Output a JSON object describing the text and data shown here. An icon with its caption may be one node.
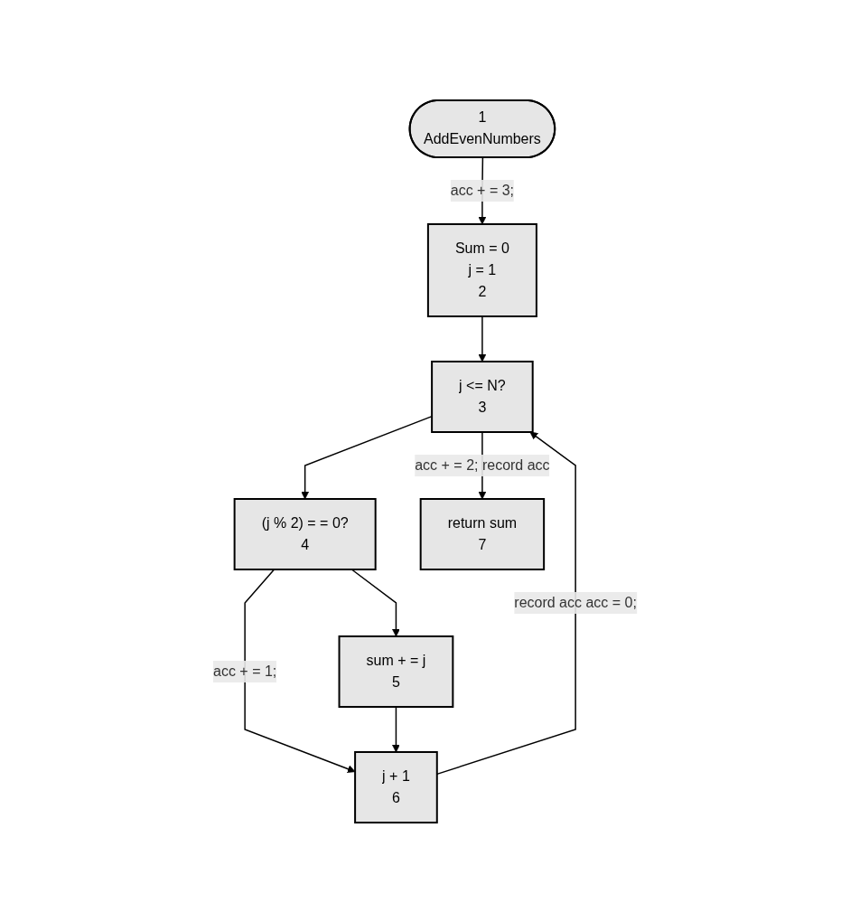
{
  "diagram": {
    "nodes": [
      {
        "text": [
          "1",
          "AddEvenNumbers"
        ]
      },
      {
        "text": [
          "Sum = 0",
          "j = 1",
          "2"
        ]
      },
      {
        "text": [
          "j <= N?",
          "3"
        ]
      },
      {
        "text": [
          "(j % 2) = = 0?",
          "4"
        ]
      },
      {
        "text": [
          "sum + = j",
          "5"
        ]
      },
      {
        "text": [
          "j + 1",
          "6"
        ]
      },
      {
        "text": [
          "return sum",
          "7"
        ]
      }
    ],
    "edges": [
      {
        "from": 0,
        "to": 1,
        "arrow": "to",
        "label": "acc + = 3;"
      },
      {
        "from": 1,
        "to": 2,
        "arrow": "to"
      },
      {
        "from": 2,
        "to": 3,
        "arrow": "to"
      },
      {
        "from": 2,
        "to": 6,
        "arrow": "to",
        "label": "acc + = 2; record acc"
      },
      {
        "from": 3,
        "to": 4,
        "arrow": "to"
      },
      {
        "from": 3,
        "to": 5,
        "arrow": "to",
        "label": "acc + = 1;"
      },
      {
        "from": 4,
        "to": 5,
        "arrow": "to"
      },
      {
        "from": 5,
        "to": 2,
        "arrow": "to",
        "label": "record acc acc = 0;"
      }
    ]
  }
}
